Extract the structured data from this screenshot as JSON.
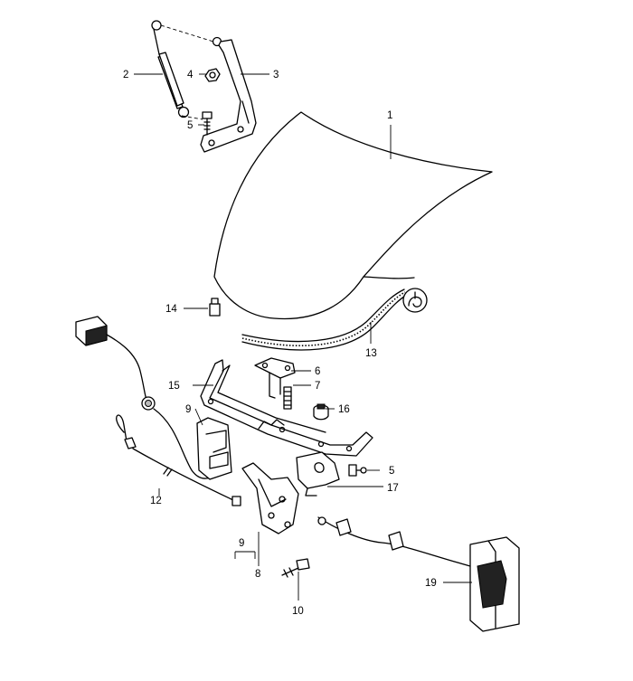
{
  "callouts": {
    "c1": "1",
    "c2": "2",
    "c3": "3",
    "c4": "4",
    "c5a": "5",
    "c5b": "5",
    "c6": "6",
    "c7": "7",
    "c8": "8",
    "c9a": "9",
    "c9b": "9",
    "c10": "10",
    "c12": "12",
    "c13": "13",
    "c14": "14",
    "c15": "15",
    "c16": "16",
    "c17": "17",
    "c19": "19"
  },
  "symbol": {
    "name": "detachable-fastener-symbol"
  }
}
